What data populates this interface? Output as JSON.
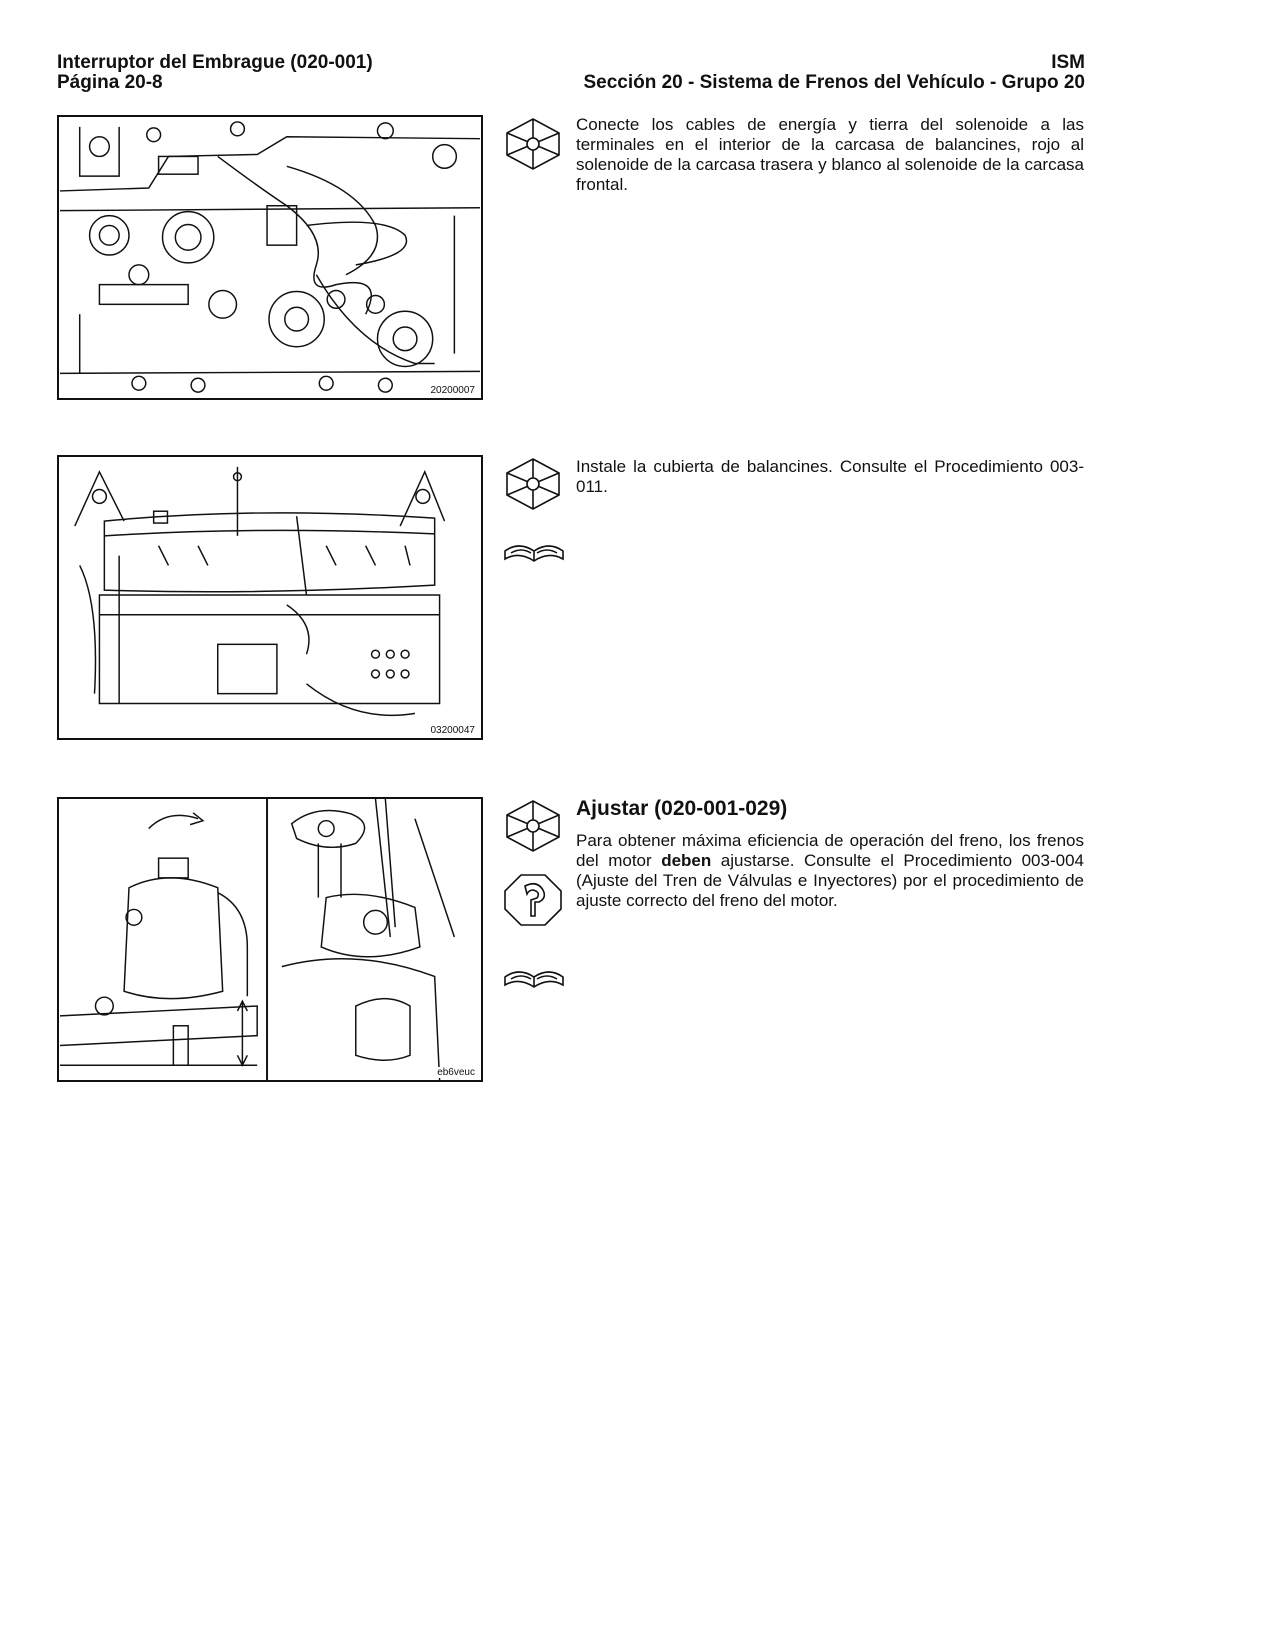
{
  "header": {
    "left_line1": "Interruptor del Embrague (020-001)",
    "left_line2": "Página 20-8",
    "right_line1": "ISM",
    "right_line2": "Sección 20 - Sistema de Frenos del Vehículo - Grupo 20"
  },
  "steps": [
    {
      "figure_label": "20200007",
      "text": "Conecte los cables de energía y tierra del solenoide a las terminales en el interior de la carcasa de balancines, rojo al solenoide de la carcasa trasera y blanco al solenoide de la carcasa frontal.",
      "icons": [
        "install-wrench-icon"
      ]
    },
    {
      "figure_label": "03200047",
      "text": "Instale la cubierta de balancines. Consulte el Procedimiento 003-011.",
      "icons": [
        "install-wrench-icon",
        "open-book-icon"
      ]
    },
    {
      "figure_label": "eb6veuc",
      "heading": "Ajustar (020-001-029)",
      "text_before_bold": "Para obtener máxima eficiencia de operación del freno, los frenos del motor ",
      "text_bold": "deben",
      "text_after_bold": " ajustarse. Consulte el Procedimiento 003-004 (Ajuste del Tren de Válvulas e Inyectores) por el procedimiento de ajuste correcto del freno del motor.",
      "icons": [
        "install-wrench-icon",
        "adjust-wrench-icon",
        "open-book-icon"
      ]
    }
  ]
}
